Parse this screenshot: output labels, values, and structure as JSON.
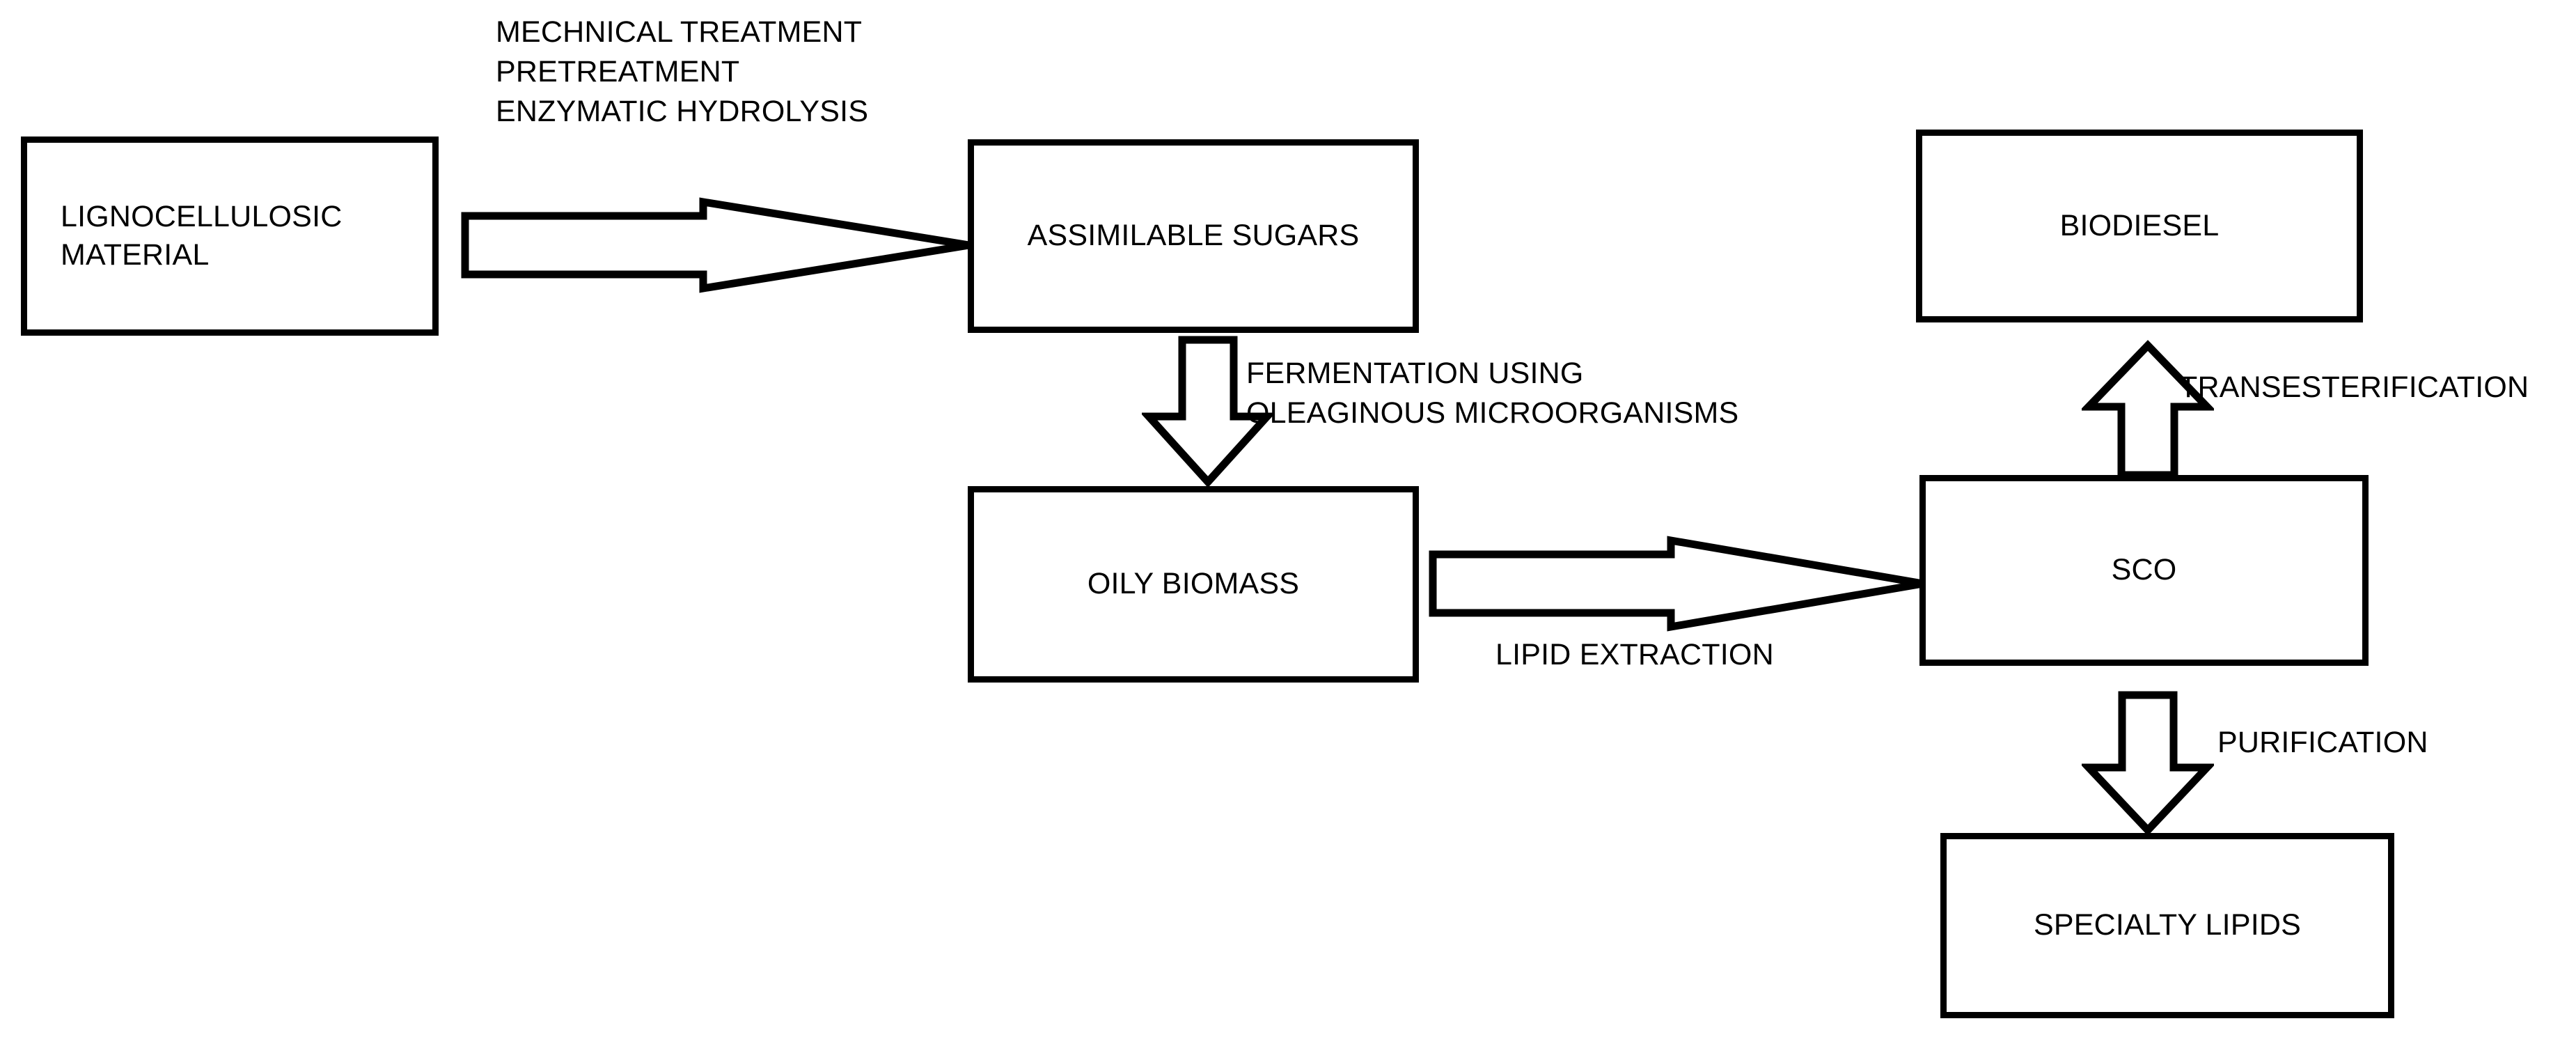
{
  "diagram": {
    "title": "Lignocellulosic material to biodiesel and specialty lipids process flow",
    "background_color": "#ffffff",
    "line_color": "#000000",
    "text_color": "#000000"
  },
  "nodes": [
    {
      "id": "lignocellulosic-material",
      "label": "LIGNOCELLULOSIC\nMATERIAL",
      "align": "left"
    },
    {
      "id": "assimilable-sugars",
      "label": "ASSIMILABLE SUGARS",
      "align": "center"
    },
    {
      "id": "oily-biomass",
      "label": "OILY BIOMASS",
      "align": "center"
    },
    {
      "id": "sco",
      "label": "SCO",
      "align": "center"
    },
    {
      "id": "biodiesel",
      "label": "BIODIESEL",
      "align": "center"
    },
    {
      "id": "specialty-lipids",
      "label": "SPECIALTY LIPIDS",
      "align": "center"
    }
  ],
  "captions": [
    {
      "id": "pretreatment-steps",
      "text": "MECHNICAL TREATMENT\nPRETREATMENT\nENZYMATIC HYDROLYSIS"
    },
    {
      "id": "fermentation",
      "text": "FERMENTATION USING\nOLEAGINOUS MICROORGANISMS"
    },
    {
      "id": "lipid-extraction",
      "text": "LIPID EXTRACTION"
    },
    {
      "id": "transesterification",
      "text": "TRANSESTERIFICATION"
    },
    {
      "id": "purification",
      "text": "PURIFICATION"
    }
  ],
  "arrows": [
    {
      "id": "arrow-material-to-sugars",
      "direction": "right",
      "from": "lignocellulosic-material",
      "to": "assimilable-sugars",
      "label": "pretreatment-steps"
    },
    {
      "id": "arrow-sugars-to-biomass",
      "direction": "down",
      "from": "assimilable-sugars",
      "to": "oily-biomass",
      "label": "fermentation"
    },
    {
      "id": "arrow-biomass-to-sco",
      "direction": "right",
      "from": "oily-biomass",
      "to": "sco",
      "label": "lipid-extraction"
    },
    {
      "id": "arrow-sco-to-biodiesel",
      "direction": "up",
      "from": "sco",
      "to": "biodiesel",
      "label": "transesterification"
    },
    {
      "id": "arrow-sco-to-specialty-lipids",
      "direction": "down",
      "from": "sco",
      "to": "specialty-lipids",
      "label": "purification"
    }
  ]
}
